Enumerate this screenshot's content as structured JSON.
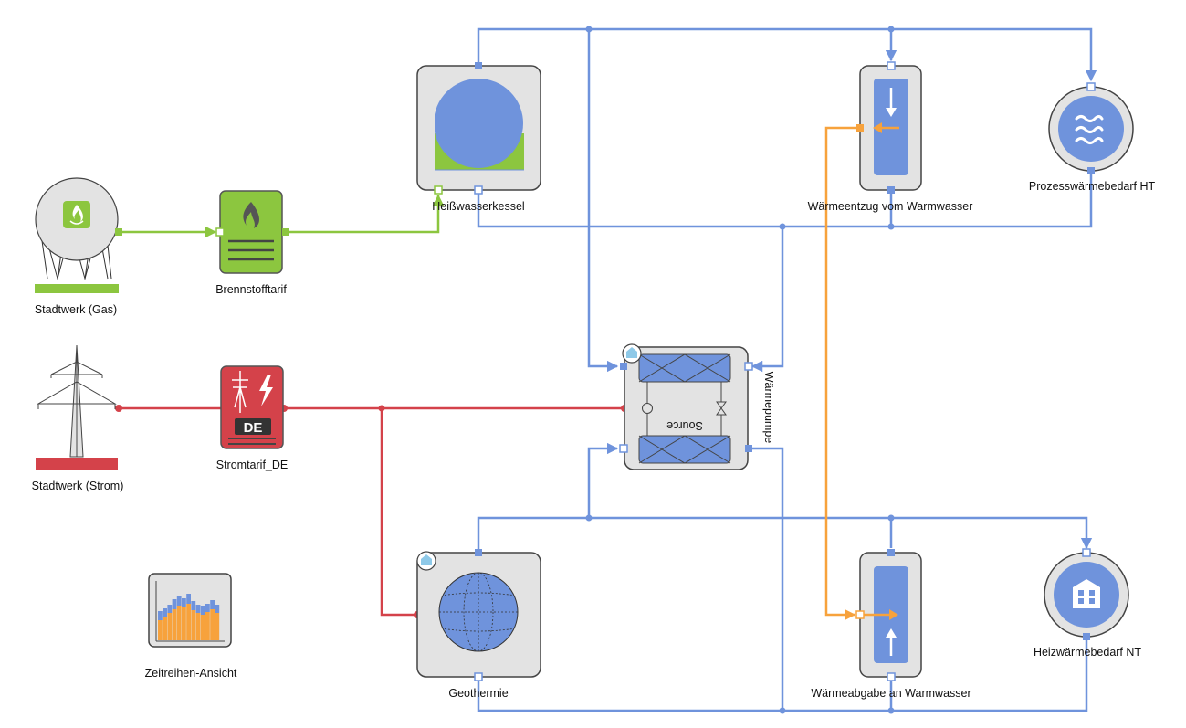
{
  "nodes": {
    "gas_supplier": "Stadtwerk (Gas)",
    "fuel_tariff": "Brennstofftarif",
    "hot_water_boiler": "Heißwasserkessel",
    "heat_extraction": "Wärmeentzug vom Warmwasser",
    "process_heat_demand": "Prozesswärmebedarf HT",
    "power_supplier": "Stadtwerk (Strom)",
    "power_tariff": "Stromtarif_DE",
    "power_tariff_badge": "DE",
    "heat_pump": "Wärmepumpe",
    "heat_pump_source": "Source",
    "timeseries_view": "Zeitreihen-Ansicht",
    "geothermal": "Geothermie",
    "heat_release": "Wärmeabgabe an Warmwasser",
    "space_heating_demand": "Heizwärmebedarf NT"
  },
  "colors": {
    "heat_pipe": "#6f93dc",
    "electric_line": "#d4424a",
    "gas_line": "#8cc63f",
    "storage_line": "#f7a23c",
    "block_bg": "#e3e3e3",
    "block_border": "#5a5a5a"
  },
  "icons": {
    "gas_supplier": "gas-tank-icon",
    "fuel_tariff": "flame-icon",
    "power_supplier": "power-pylon-icon",
    "power_tariff": "lightning-icon",
    "heat_pump": "heat-exchanger-icon",
    "geothermal": "globe-icon",
    "process_heat_demand": "waves-icon",
    "space_heating_demand": "building-icon",
    "timeseries_view": "bar-chart-icon"
  }
}
